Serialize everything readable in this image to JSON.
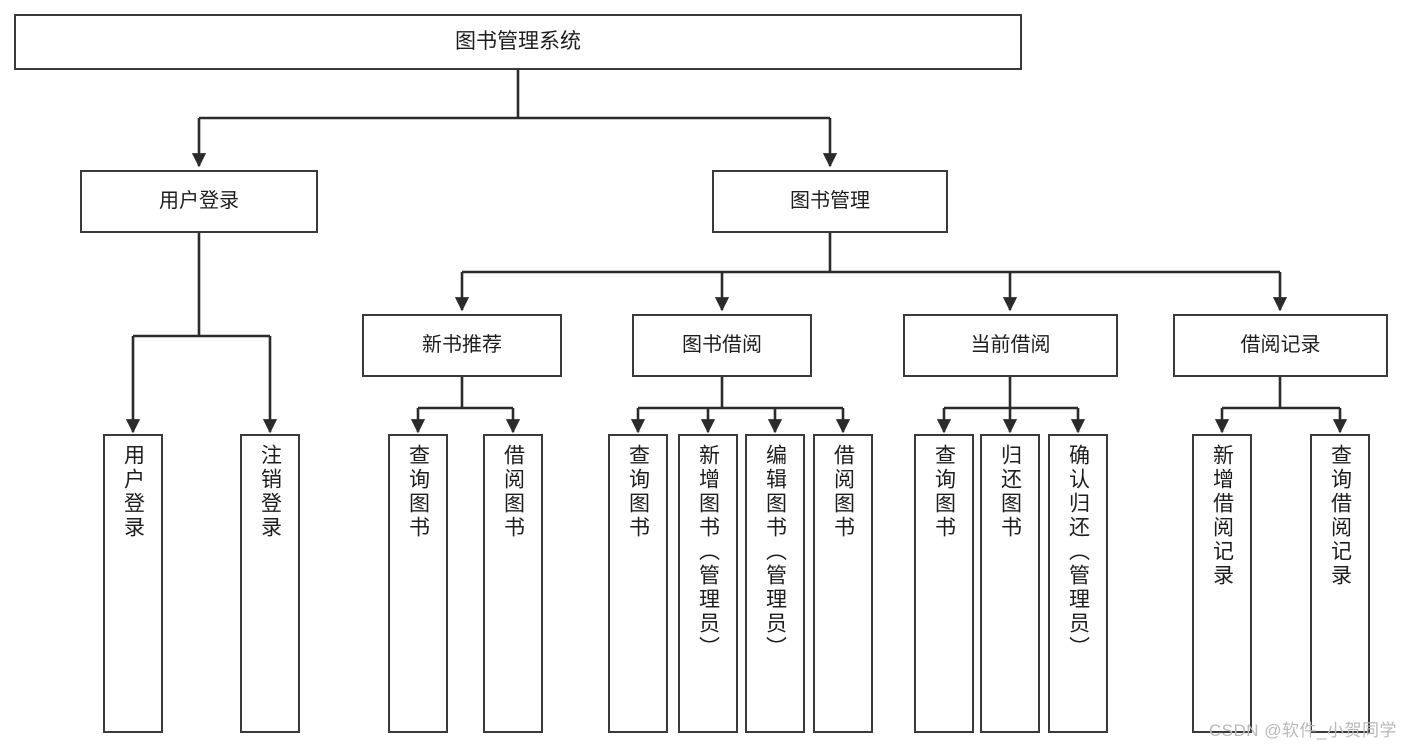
{
  "diagram": {
    "title": "图书管理系统",
    "type": "tree",
    "watermark": "CSDN @软件_小贺同学",
    "colors": {
      "background": "#ffffff",
      "box_border": "#3a3a3a",
      "box_fill": "#ffffff",
      "text": "#1d1d1d",
      "edge": "#2b2b2b",
      "watermark": "#b9b9b9"
    },
    "nodes": {
      "root": {
        "label": "图书管理系统",
        "level": 0
      },
      "l1": [
        {
          "id": "user-login",
          "label": "用户登录",
          "level": 1
        },
        {
          "id": "book-manage",
          "label": "图书管理",
          "level": 1
        }
      ],
      "l2": [
        {
          "id": "new-book-rec",
          "label": "新书推荐",
          "level": 2,
          "parent": "book-manage"
        },
        {
          "id": "book-borrow",
          "label": "图书借阅",
          "level": 2,
          "parent": "book-manage"
        },
        {
          "id": "current-borrow",
          "label": "当前借阅",
          "level": 2,
          "parent": "book-manage"
        },
        {
          "id": "borrow-record",
          "label": "借阅记录",
          "level": 2,
          "parent": "book-manage"
        }
      ],
      "leaves": [
        {
          "id": "leaf-user-login",
          "label": "用户登录",
          "parent": "user-login"
        },
        {
          "id": "leaf-user-logout",
          "label": "注销登录",
          "parent": "user-login"
        },
        {
          "id": "leaf-query-book-1",
          "label": "查询图书",
          "parent": "new-book-rec"
        },
        {
          "id": "leaf-borrow-book-1",
          "label": "借阅图书",
          "parent": "new-book-rec"
        },
        {
          "id": "leaf-query-book-2",
          "label": "查询图书",
          "parent": "book-borrow"
        },
        {
          "id": "leaf-add-book",
          "label": "新增图书（管理员）",
          "parent": "book-borrow"
        },
        {
          "id": "leaf-edit-book",
          "label": "编辑图书（管理员）",
          "parent": "book-borrow"
        },
        {
          "id": "leaf-borrow-book-2",
          "label": "借阅图书",
          "parent": "book-borrow"
        },
        {
          "id": "leaf-query-book-3",
          "label": "查询图书",
          "parent": "current-borrow"
        },
        {
          "id": "leaf-return-book",
          "label": "归还图书",
          "parent": "current-borrow"
        },
        {
          "id": "leaf-confirm-return",
          "label": "确认归还（管理员）",
          "parent": "current-borrow"
        },
        {
          "id": "leaf-add-record",
          "label": "新增借阅记录",
          "parent": "borrow-record"
        },
        {
          "id": "leaf-query-record",
          "label": "查询借阅记录",
          "parent": "borrow-record"
        }
      ]
    }
  }
}
